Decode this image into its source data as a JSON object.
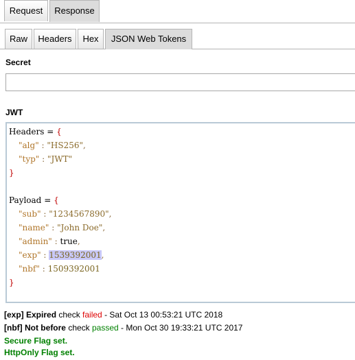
{
  "tabs": {
    "top": [
      {
        "label": "Request",
        "selected": false
      },
      {
        "label": "Response",
        "selected": true
      }
    ],
    "sub": [
      {
        "label": "Raw",
        "selected": false
      },
      {
        "label": "Headers",
        "selected": false
      },
      {
        "label": "Hex",
        "selected": false
      },
      {
        "label": "JSON Web Tokens",
        "selected": true
      }
    ]
  },
  "secret": {
    "label": "Secret",
    "value": "",
    "placeholder": ""
  },
  "jwt": {
    "label": "JWT",
    "headers_name": "Headers",
    "payload_name": "Payload",
    "assign": " = ",
    "open_brace": "{",
    "close_brace": "}",
    "header_fields": [
      {
        "key": "\"alg\"",
        "sep": " : ",
        "value": "\"HS256\"",
        "comma": ","
      },
      {
        "key": "\"typ\"",
        "sep": " : ",
        "value": "\"JWT\"",
        "comma": ""
      }
    ],
    "payload_fields": [
      {
        "key": "\"sub\"",
        "sep": " : ",
        "value": "\"1234567890\"",
        "comma": ","
      },
      {
        "key": "\"name\"",
        "sep": " : ",
        "value": "\"John Doe\"",
        "comma": ","
      },
      {
        "key": "\"admin\"",
        "sep": " : ",
        "value": "true",
        "comma": ","
      },
      {
        "key": "\"exp\"",
        "sep": " : ",
        "value": "1539392001",
        "comma": ","
      },
      {
        "key": "\"nbf\"",
        "sep": " : ",
        "value": "1509392001",
        "comma": ""
      }
    ]
  },
  "checks": [
    {
      "tag": "[exp] Expired",
      "word": " check ",
      "status": "failed",
      "rest": " - Sat Oct 13 00:53:21 UTC 2018"
    },
    {
      "tag": "[nbf] Not before",
      "word": " check ",
      "status": "passed",
      "rest": " - Mon Oct 30 19:33:21 UTC 2017"
    }
  ],
  "flags": [
    "Secure Flag set.",
    "HttpOnly Flag set."
  ],
  "colors": {
    "failed": "#dd0000",
    "passed": "#008000",
    "highlight": "#c8c8f8"
  }
}
